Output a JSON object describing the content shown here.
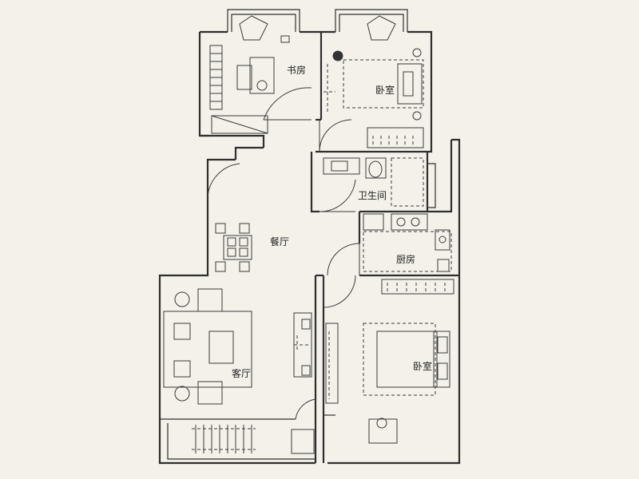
{
  "rooms": {
    "study": "书房",
    "bedroom_north": "卧室",
    "bathroom": "卫生间",
    "dining": "餐厅",
    "kitchen": "厨房",
    "living": "客厅",
    "bedroom_south": "卧室"
  }
}
